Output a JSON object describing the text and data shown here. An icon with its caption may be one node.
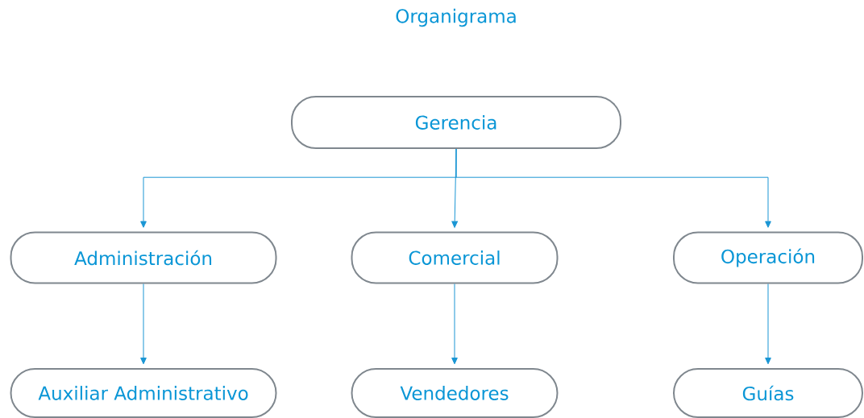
{
  "diagram": {
    "title": "Organigrama",
    "nodes": [
      {
        "text": [
          "Gerencia"
        ]
      },
      {
        "text": [
          "Administración"
        ]
      },
      {
        "text": [
          "Comercial"
        ]
      },
      {
        "text": [
          "Operación"
        ]
      },
      {
        "text": [
          "Auxiliar Administrativo"
        ]
      },
      {
        "text": [
          "Vendedores"
        ]
      },
      {
        "text": [
          "Guías"
        ]
      }
    ],
    "edges": [
      {
        "from": 0,
        "to": 1,
        "arrow": "to"
      },
      {
        "from": 0,
        "to": 2,
        "arrow": "to"
      },
      {
        "from": 0,
        "to": 3,
        "arrow": "to"
      },
      {
        "from": 1,
        "to": 4,
        "arrow": "to"
      },
      {
        "from": 2,
        "to": 5,
        "arrow": "to"
      },
      {
        "from": 3,
        "to": 6,
        "arrow": "to"
      }
    ]
  }
}
